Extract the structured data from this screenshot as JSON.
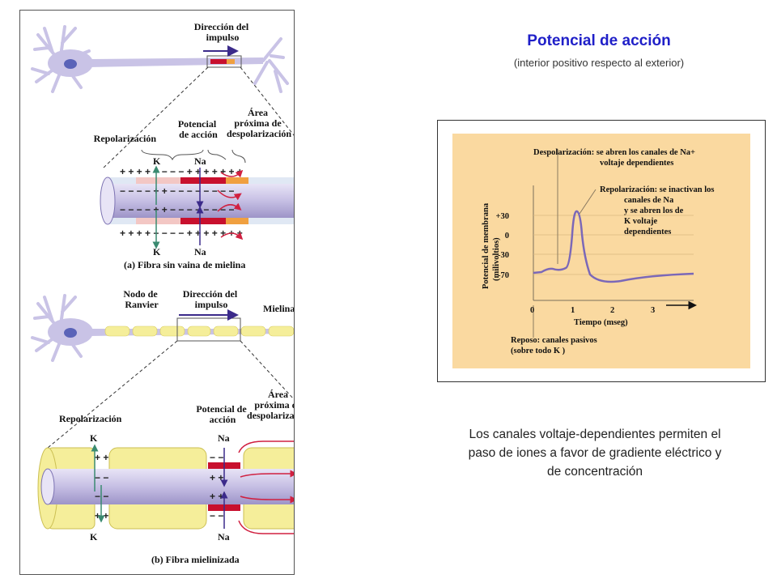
{
  "title": "Potencial de acción",
  "subtitle": "(interior positivo respecto al exterior)",
  "caption": "Los canales voltaje-dependientes permiten el paso de iones a favor de gradiente eléctrico y de concentración",
  "fig_a": {
    "direction": [
      "Dirección del",
      "impulso"
    ],
    "repolarizacion": "Repolarización",
    "potencial": [
      "Potencial",
      "de acción"
    ],
    "area": [
      "Área",
      "próxima de",
      "despolarización"
    ],
    "k": "K",
    "na": "Na",
    "caption": "(a) Fibra sin vaina de mielina"
  },
  "fig_b": {
    "nodo": [
      "Nodo de",
      "Ranvier"
    ],
    "direction": [
      "Dirección del",
      "impulso"
    ],
    "mielina": "Mielina",
    "repolarizacion": "Repolarización",
    "potencial": [
      "Potencial de",
      "acción"
    ],
    "area": [
      "Área",
      "próxima de",
      "despolarización"
    ],
    "k": "K",
    "na": "Na",
    "caption": "(b) Fibra mielinizada"
  },
  "graph": {
    "despol": [
      "Despolarización: se abren los canales de Na+",
      "voltaje dependientes"
    ],
    "repol": [
      "Repolarización: se inactivan los",
      "canales de Na",
      "y se abren los de",
      "K  voltaje",
      "dependientes"
    ],
    "reposo": [
      "Reposo: canales pasivos",
      "(sobre todo K )"
    ],
    "ylabel": [
      "Potencial de membrana",
      "(milivoltios)"
    ],
    "xlabel": "Tiempo (mseg)",
    "yticks": [
      "+30",
      "0",
      "-30",
      "-70"
    ],
    "xticks": [
      "0",
      "1",
      "2",
      "3"
    ]
  },
  "colors": {
    "title": "#1f1fc8",
    "axon": "#c9c3e6",
    "myelin": "#f5ee9a",
    "active": "#c8102e",
    "orange": "#f0a040",
    "graph_bg": "#fad9a0",
    "trace": "#7b68b8"
  }
}
